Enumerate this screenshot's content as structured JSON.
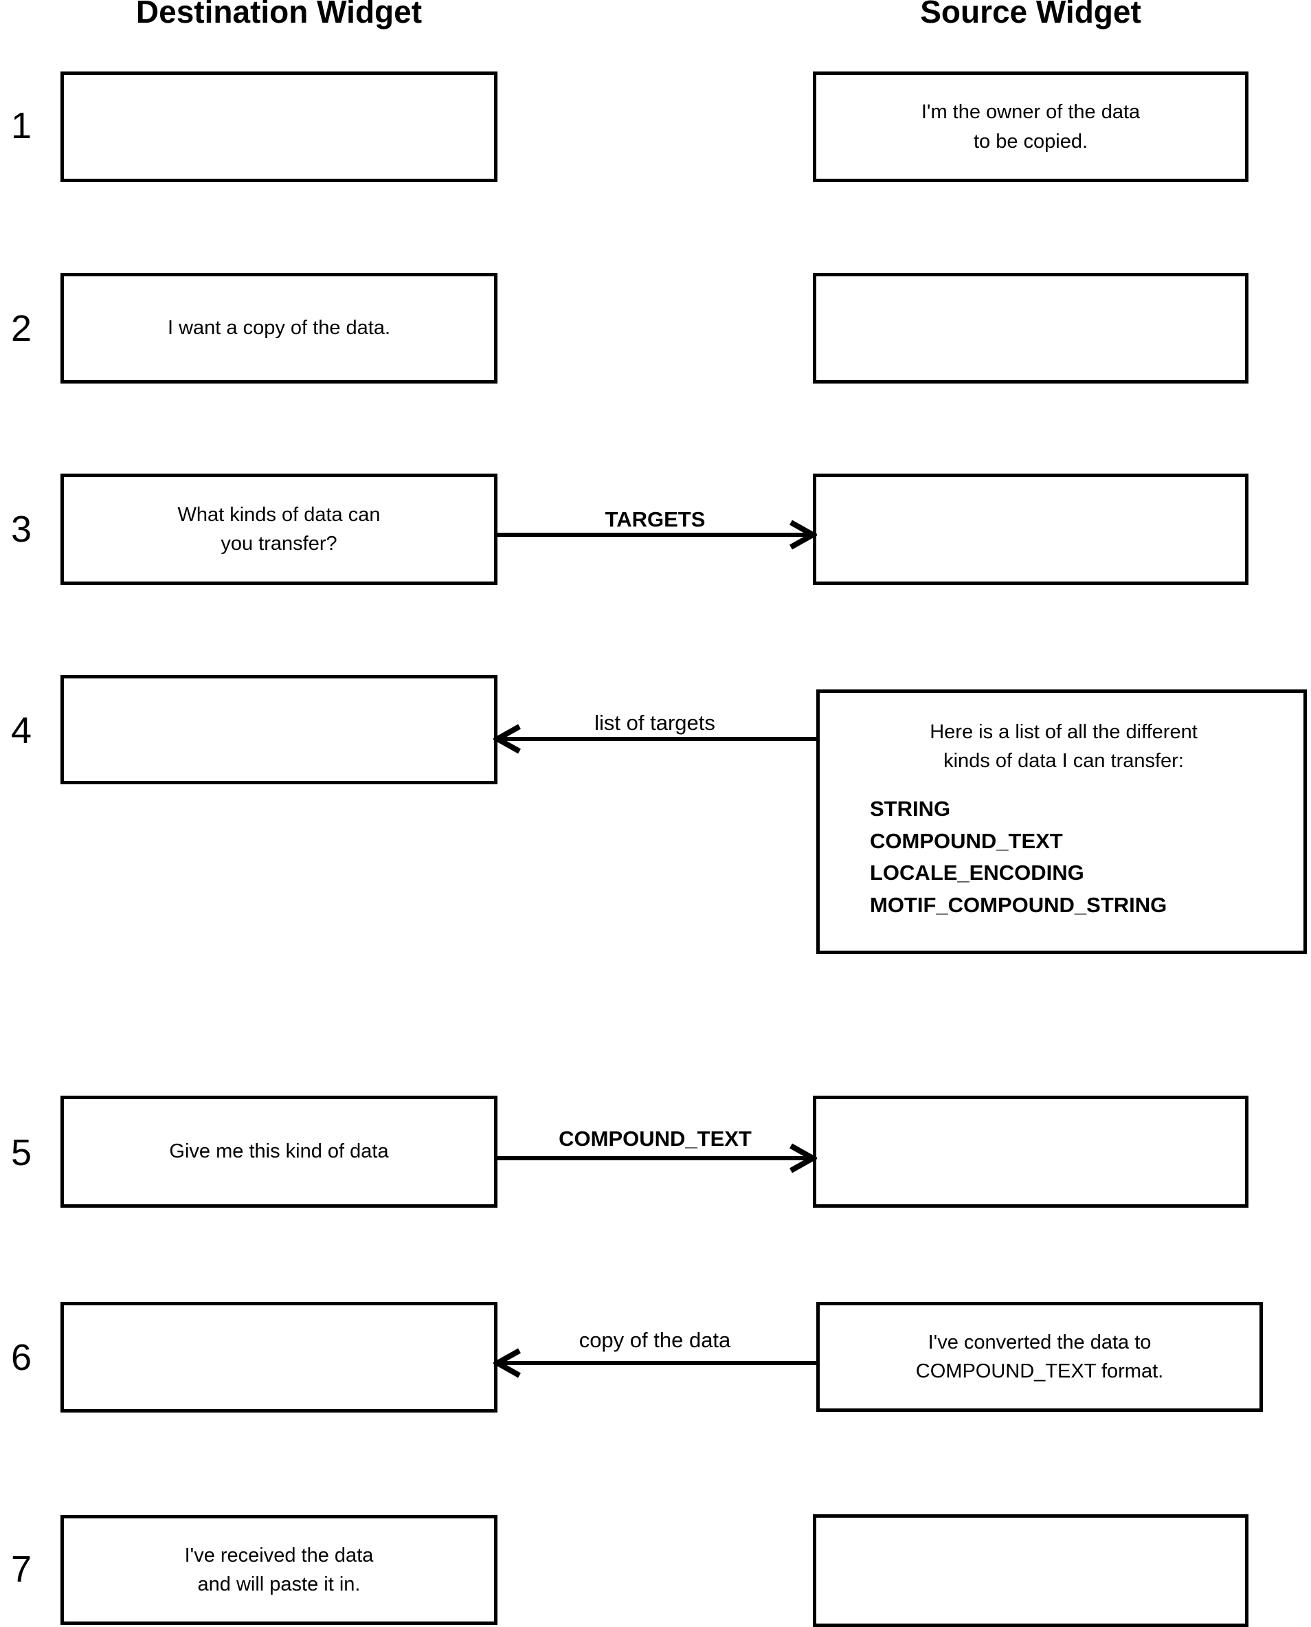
{
  "diagram": {
    "columns": {
      "destination_title": "Destination Widget",
      "source_title": "Source Widget"
    },
    "steps": [
      {
        "number": "1",
        "destination": "",
        "source": "I'm the owner of the data\nto be copied."
      },
      {
        "number": "2",
        "destination": "I want a copy of the data.",
        "source": ""
      },
      {
        "number": "3",
        "destination": "What kinds of data can\nyou transfer?",
        "source": "",
        "arrow": {
          "label": "TARGETS",
          "direction": "right"
        }
      },
      {
        "number": "4",
        "destination": "",
        "source_heading": "Here is a list of all the different\nkinds of data I can transfer:",
        "source_list": [
          "STRING",
          "COMPOUND_TEXT",
          "LOCALE_ENCODING",
          "MOTIF_COMPOUND_STRING"
        ],
        "arrow": {
          "label": "list of targets",
          "direction": "left"
        }
      },
      {
        "number": "5",
        "destination": "Give me this kind of data",
        "source": "",
        "arrow": {
          "label": "COMPOUND_TEXT",
          "direction": "right"
        }
      },
      {
        "number": "6",
        "destination": "",
        "source": "I've converted the data to\nCOMPOUND_TEXT format.",
        "arrow": {
          "label": "copy of the data",
          "direction": "left"
        }
      },
      {
        "number": "7",
        "destination": "I've received the data\nand will paste it in.",
        "source": ""
      }
    ],
    "colors": {
      "line": "#000000",
      "background": "#ffffff"
    }
  }
}
